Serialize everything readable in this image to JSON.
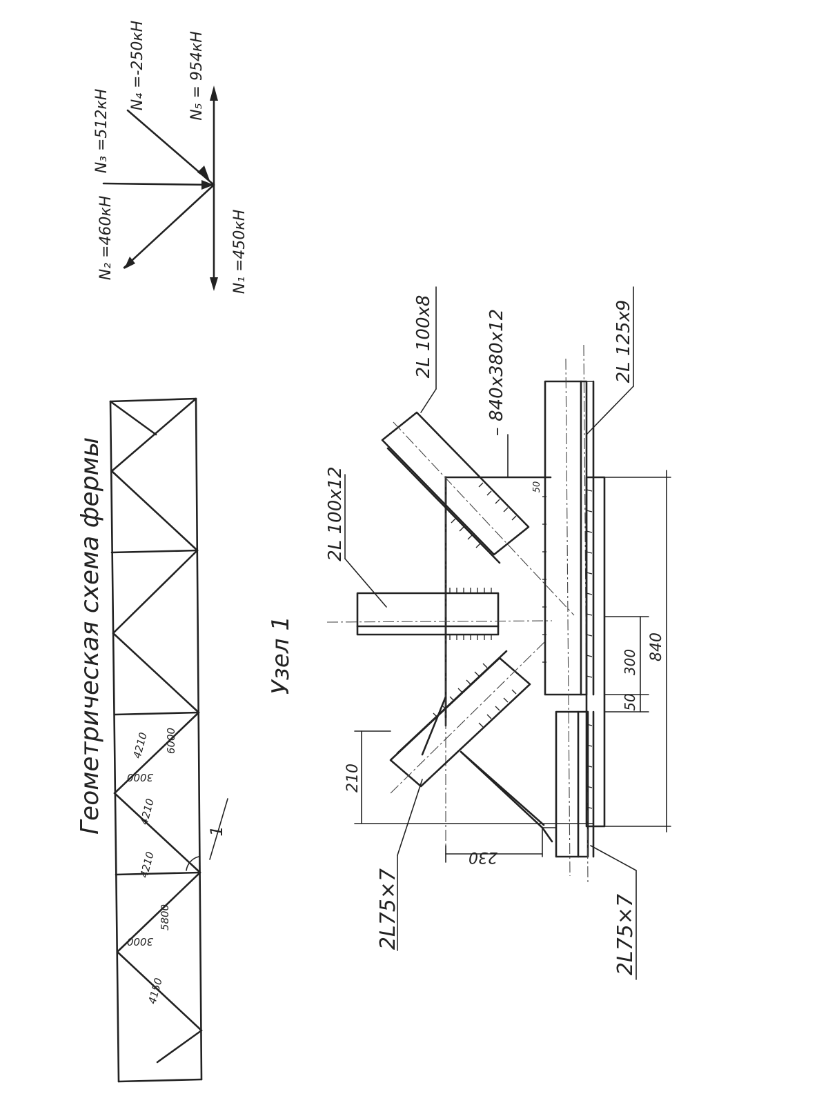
{
  "truss_scheme": {
    "title": "Геометрическая схема фермы",
    "panel_lengths": [
      "5800",
      "6000"
    ],
    "diagonal_lengths": [
      "4150",
      "4210",
      "4210",
      "4210"
    ],
    "height_labels": [
      "3000",
      "3000"
    ],
    "node_marker": "1"
  },
  "forces": {
    "n1": "N₁ =450кН",
    "n2": "N₂ =460кН",
    "n3": "N₃ =512кН",
    "n4": "N₄ =-250кН",
    "n5": "N₅ = 954кН"
  },
  "node_detail": {
    "title": "Узел 1",
    "labels": {
      "diag_upper": "2L 100x8",
      "vertical": "2L 100x12",
      "plate": "– 840x380x12",
      "chord_right": "2L 125x9",
      "diag_lower": "2L75×7",
      "chord_left": "2L75×7"
    },
    "dimensions": {
      "d210": "210",
      "d230": "230",
      "d50": "50",
      "d300": "300",
      "d840": "840",
      "d50_small": "50"
    }
  }
}
